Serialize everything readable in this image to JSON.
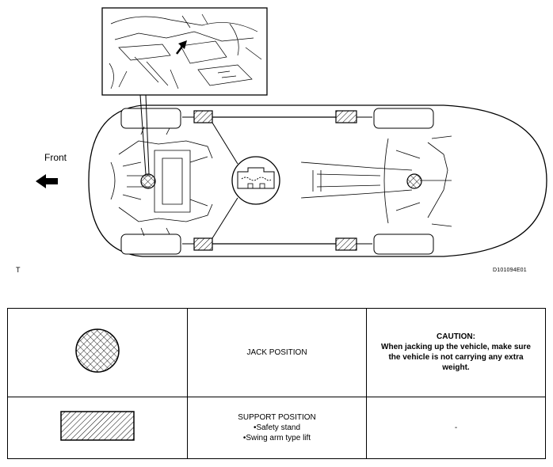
{
  "diagram": {
    "front_label": "Front",
    "corner_label": "T",
    "figure_code": "D101094E01"
  },
  "legend": {
    "rows": [
      {
        "symbol": "hatched-circle",
        "description": "JACK POSITION",
        "note_title": "CAUTION:",
        "note_body": "When jacking up the vehicle, make sure the vehicle is not carrying any extra weight."
      },
      {
        "symbol": "hatched-rectangle",
        "description": "SUPPORT POSITION",
        "description_items": [
          "•Safety stand",
          "•Swing arm type lift"
        ],
        "note": "-"
      }
    ]
  }
}
